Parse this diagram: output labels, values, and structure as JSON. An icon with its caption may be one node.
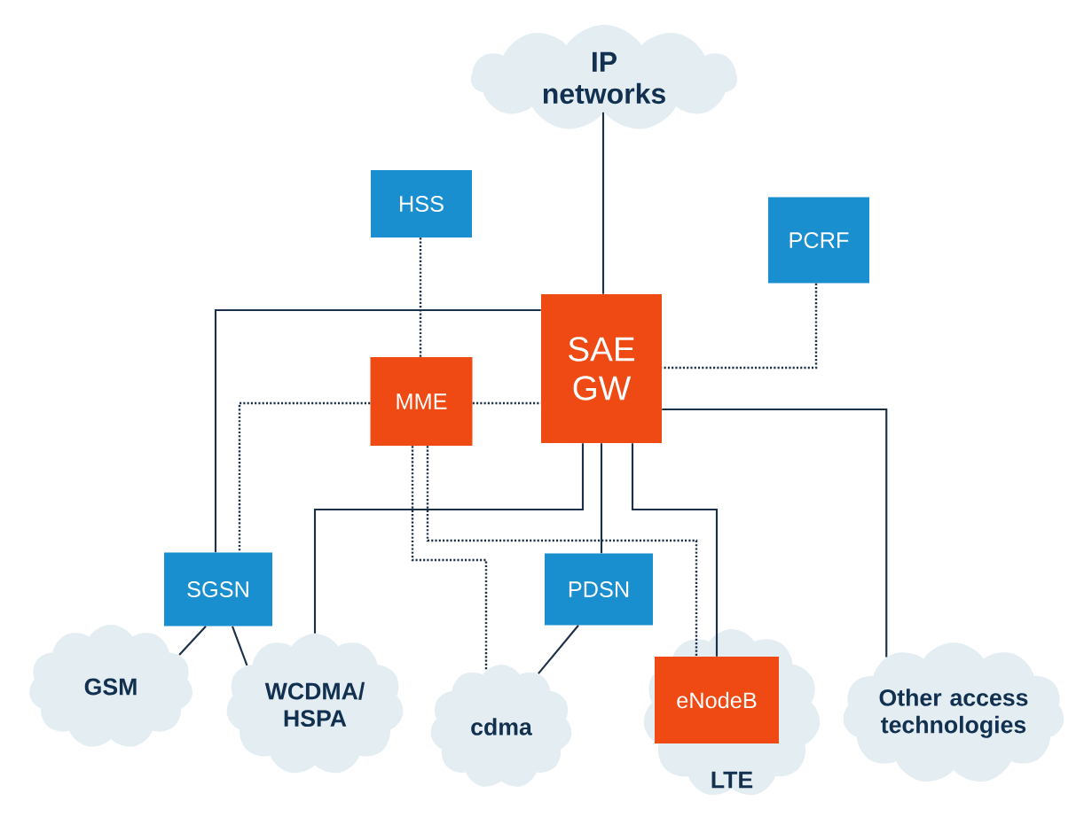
{
  "diagram": {
    "nodes": [
      {
        "text": [
          "IP networks"
        ]
      },
      {
        "text": [
          "HSS"
        ]
      },
      {
        "text": [
          "PCRF"
        ]
      },
      {
        "text": [
          "SAE GW"
        ]
      },
      {
        "text": [
          "MME"
        ]
      },
      {
        "text": [
          "SGSN"
        ]
      },
      {
        "text": [
          "PDSN"
        ]
      },
      {
        "text": [
          "GSM"
        ]
      },
      {
        "text": [
          "WCDMA/ HSPA"
        ]
      },
      {
        "text": [
          "cdma"
        ]
      },
      {
        "text": [
          "LTE"
        ]
      },
      {
        "text": [
          "eNodeB"
        ],
        "in": 10
      },
      {
        "text": [
          "Other access technologies"
        ]
      }
    ],
    "edges": [
      {
        "from": 0,
        "to": 3,
        "arrow": "none"
      },
      {
        "from": 1,
        "to": 4,
        "arrow": "none",
        "style": "dashed"
      },
      {
        "from": 2,
        "to": 3,
        "arrow": "none",
        "style": "dashed"
      },
      {
        "from": 3,
        "to": 5,
        "arrow": "none"
      },
      {
        "from": 4,
        "to": 5,
        "arrow": "none",
        "style": "dashed"
      },
      {
        "from": 4,
        "to": 3,
        "arrow": "none",
        "style": "dashed"
      },
      {
        "from": 3,
        "to": 8,
        "arrow": "none"
      },
      {
        "from": 3,
        "to": 6,
        "arrow": "none"
      },
      {
        "from": 3,
        "to": 11,
        "arrow": "none"
      },
      {
        "from": 3,
        "to": 12,
        "arrow": "none"
      },
      {
        "from": 4,
        "to": 9,
        "arrow": "none",
        "style": "dashed"
      },
      {
        "from": 4,
        "to": 11,
        "arrow": "none",
        "style": "dashed"
      },
      {
        "from": 5,
        "to": 7,
        "arrow": "none"
      },
      {
        "from": 5,
        "to": 8,
        "arrow": "none"
      },
      {
        "from": 6,
        "to": 9,
        "arrow": "none"
      }
    ]
  }
}
